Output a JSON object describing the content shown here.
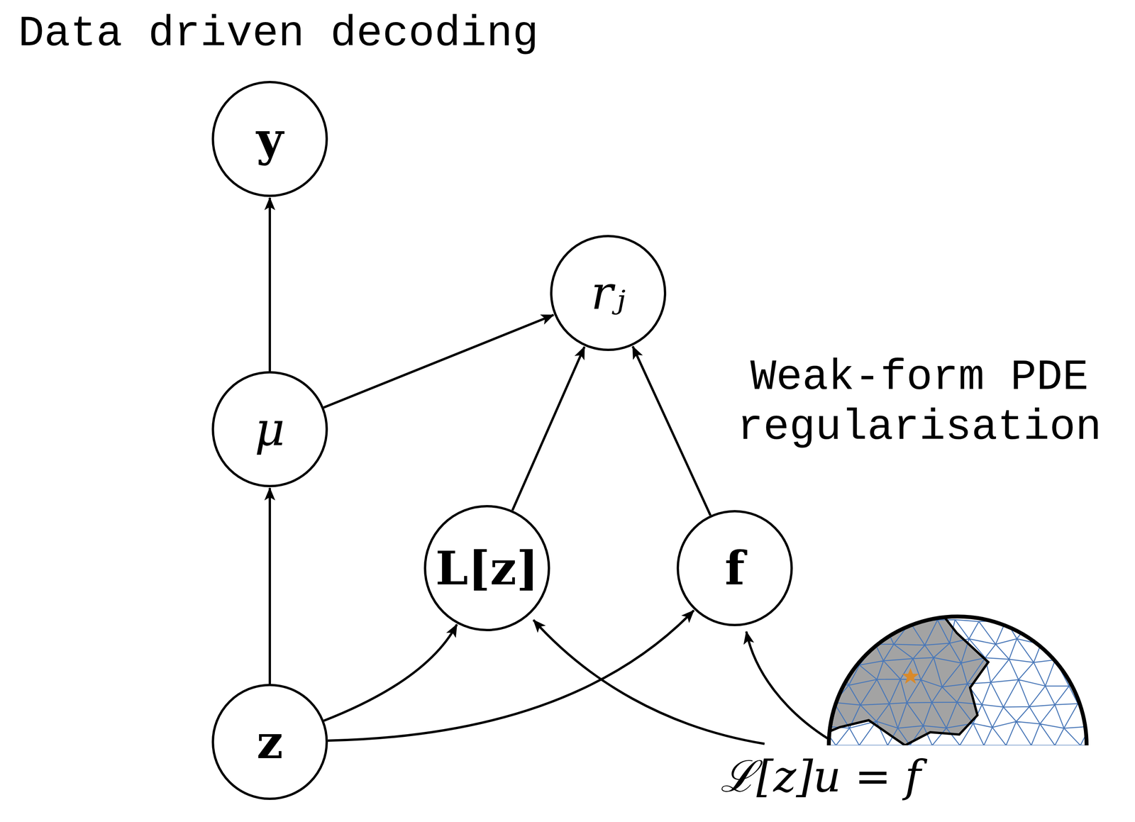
{
  "diagram": {
    "nodes": [
      {
        "text": [
          "y"
        ]
      },
      {
        "text": [
          "rⱼ"
        ]
      },
      {
        "text": [
          "μ"
        ]
      },
      {
        "text": [
          "L[z]"
        ]
      },
      {
        "text": [
          "f"
        ]
      },
      {
        "text": [
          "z"
        ]
      }
    ],
    "edges": [
      {
        "from": 5,
        "to": 2,
        "arrow": "to"
      },
      {
        "from": 2,
        "to": 0,
        "arrow": "to"
      },
      {
        "from": 2,
        "to": 1,
        "arrow": "to"
      },
      {
        "from": 3,
        "to": 1,
        "arrow": "to"
      },
      {
        "from": 4,
        "to": 1,
        "arrow": "to"
      },
      {
        "from": 5,
        "to": 3,
        "arrow": "to"
      },
      {
        "from": 5,
        "to": 4,
        "arrow": "to"
      }
    ],
    "labels": [
      "Data driven decoding",
      "Weak-form PDE regularisation",
      "ℒ[z]u = f"
    ]
  }
}
